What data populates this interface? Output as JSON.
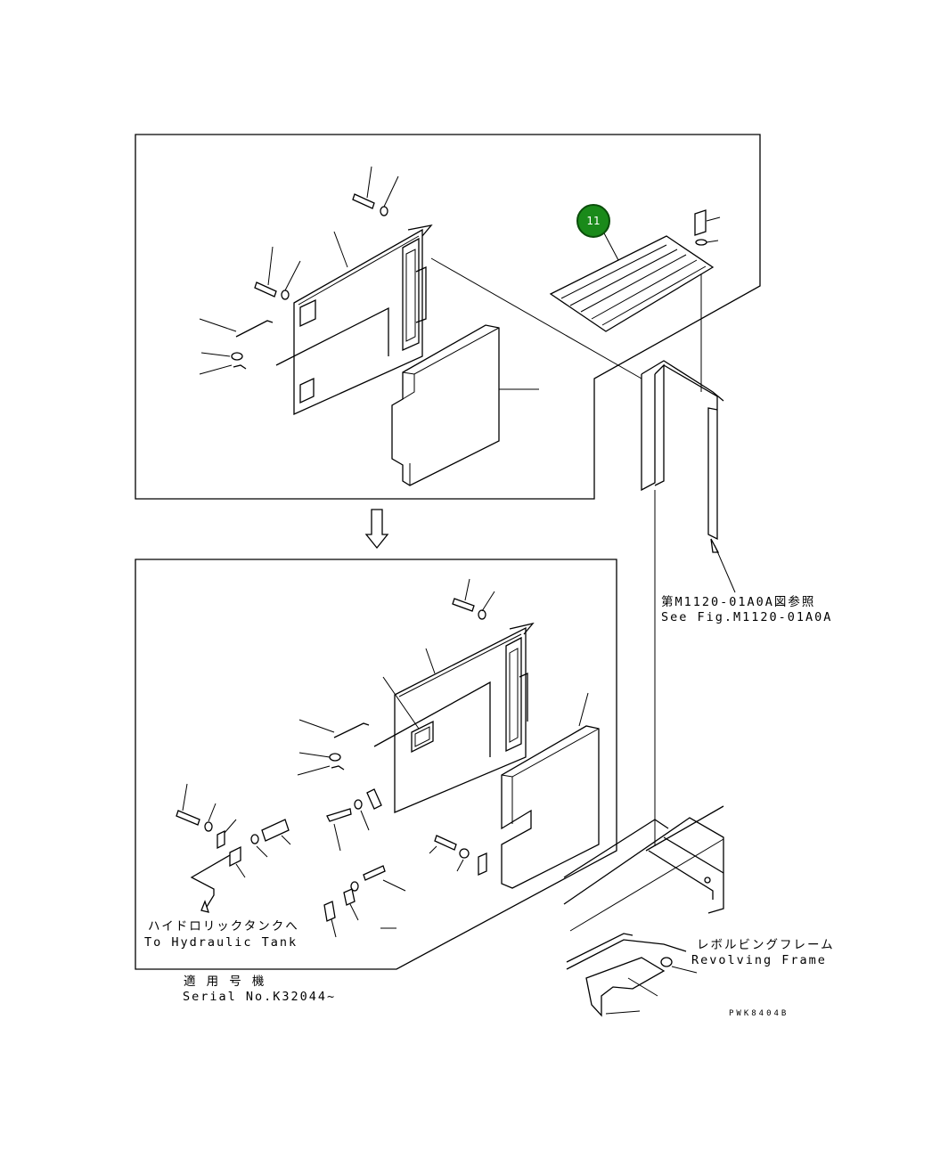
{
  "callout": {
    "number": "11",
    "color": "#1a8a1a"
  },
  "labels": {
    "see_fig_jp": "第M1120-01A0A図参照",
    "see_fig_en": "See Fig.M1120-01A0A",
    "hydraulic_jp": "ハイドロリックタンクへ",
    "hydraulic_en": "To Hydraulic Tank",
    "revolving_jp": "レボルビングフレーム",
    "revolving_en": "Revolving Frame",
    "serial_jp": "適 用 号 機",
    "serial_en": "Serial No.K32044~",
    "drawing_code": "PWK8404B"
  }
}
